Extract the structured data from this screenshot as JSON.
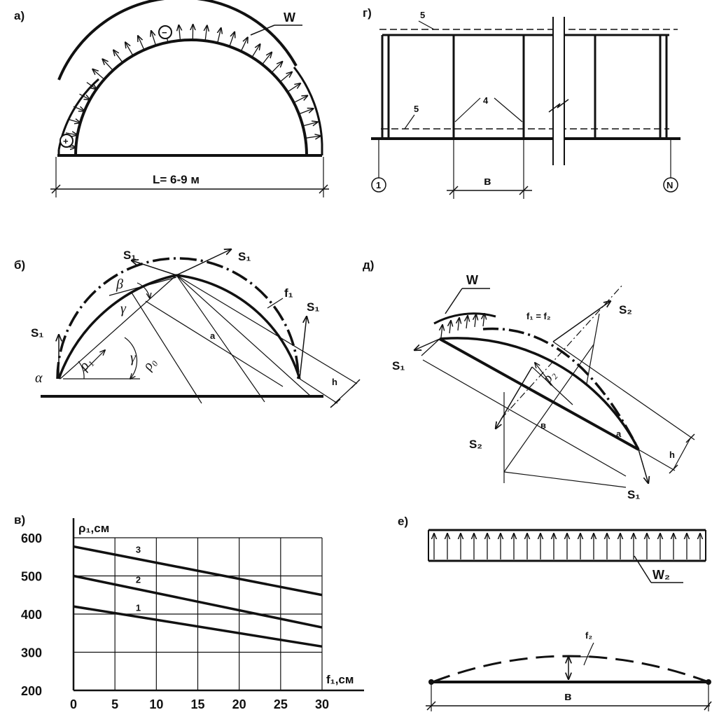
{
  "panels": {
    "a": {
      "label": "а)",
      "load_label": "W",
      "minus": "−",
      "plus": "+",
      "span_label": "L= 6-9 м"
    },
    "g": {
      "label": "г)",
      "mark_5_top": "5",
      "mark_5_bottom": "5",
      "mark_4": "4",
      "span_label": "в",
      "axis_start": "1",
      "axis_end": "N"
    },
    "b": {
      "label": "б)",
      "force": "S₁",
      "beta": "β",
      "gamma": "γ",
      "alpha": "α",
      "rho1": "ρ₁",
      "rho0": "ρ₀",
      "f1": "f₁",
      "a": "a",
      "h": "h"
    },
    "d": {
      "label": "д)",
      "load_label": "W",
      "s1": "S₁",
      "s2": "S₂",
      "f_eq": "f₁ = f₂",
      "rho2": "ρ₂",
      "b": "в",
      "a": "a",
      "h": "h"
    },
    "e": {
      "label": "е)",
      "load_label": "W₂",
      "f2": "f₂",
      "span_label": "в"
    },
    "v": {
      "label": "в)"
    }
  },
  "chart_data": {
    "type": "line",
    "title": "",
    "xlabel": "f₁,см",
    "ylabel": "ρ₁,см",
    "xlim": [
      0,
      30
    ],
    "ylim": [
      200,
      600
    ],
    "x_ticks": [
      0,
      5,
      10,
      15,
      20,
      25,
      30
    ],
    "y_ticks": [
      200,
      300,
      400,
      500,
      600
    ],
    "grid": true,
    "series": [
      {
        "name": "1",
        "x": [
          0,
          30
        ],
        "y": [
          420,
          315
        ]
      },
      {
        "name": "2",
        "x": [
          0,
          30
        ],
        "y": [
          500,
          365
        ]
      },
      {
        "name": "3",
        "x": [
          0,
          30
        ],
        "y": [
          577,
          450
        ]
      }
    ]
  }
}
